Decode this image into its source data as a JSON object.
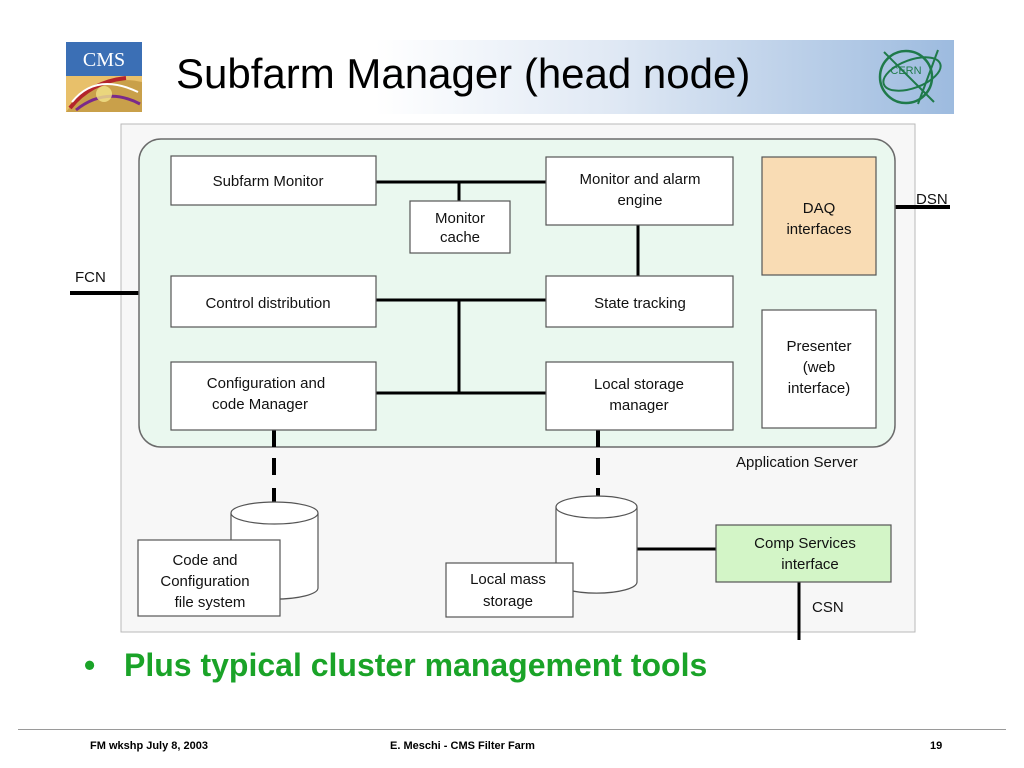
{
  "slide": {
    "title": "Subfarm Manager (head node)",
    "bullet": "Plus typical cluster management tools"
  },
  "logos": {
    "left_text": "CMS",
    "right_text": "CERN"
  },
  "diagram": {
    "subfarm_monitor": "Subfarm Monitor",
    "monitor_alarm_1": "Monitor and alarm",
    "monitor_alarm_2": "engine",
    "monitor_cache_1": "Monitor",
    "monitor_cache_2": "cache",
    "daq_1": "DAQ",
    "daq_2": "interfaces",
    "dsn": "DSN",
    "fcn": "FCN",
    "control_distribution": "Control distribution",
    "state_tracking": "State tracking",
    "presenter_1": "Presenter",
    "presenter_2": "(web",
    "presenter_3": "interface)",
    "config_manager_1": "Configuration and",
    "config_manager_2": "code Manager",
    "local_storage_1": "Local storage",
    "local_storage_2": "manager",
    "application_server": "Application Server",
    "code_fs_1": "Code and",
    "code_fs_2": "Configuration",
    "code_fs_3": "file system",
    "local_mass_1": "Local mass",
    "local_mass_2": "storage",
    "comp_services_1": "Comp Services",
    "comp_services_2": "interface",
    "csn": "CSN"
  },
  "colors": {
    "app_server_fill": "#eaf8ef",
    "daq_fill": "#f9dcb4",
    "comp_services_fill": "#d3f5c7",
    "bullet_text": "#1aa328"
  },
  "footer": {
    "left": "FM wkshp July 8, 2003",
    "center": "E. Meschi - CMS Filter Farm",
    "page_number": "19"
  }
}
